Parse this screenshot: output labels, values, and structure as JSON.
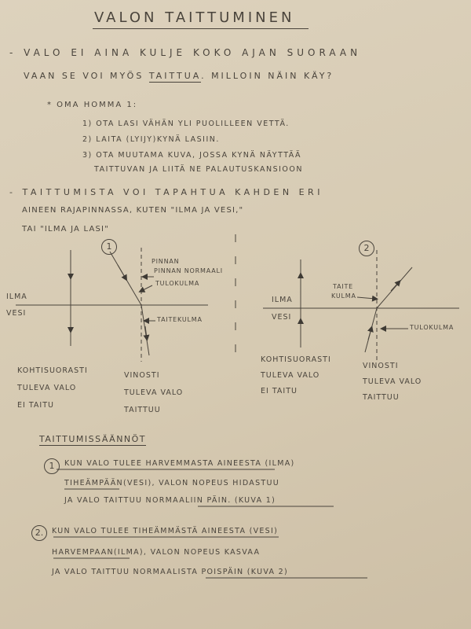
{
  "title": "VALON TAITTUMINEN",
  "intro": {
    "line1": "- VALO EI AINA KULJE KOKO AJAN SUORAAN",
    "line2a": "VAAN SE VOI MYÖS",
    "line2b": "TAITTUA",
    "line2c": ". MILLOIN NÄIN KÄY?"
  },
  "task": {
    "heading": "* OMA HOMMA 1:",
    "step1": "1) OTA LASI VÄHÄN YLI PUOLILLEEN VETTÄ.",
    "step2": "2) LAITA (LYIJY)KYNÄ LASIIN.",
    "step3a": "3) OTA MUUTAMA KUVA, JOSSA KYNÄ NÄYTTÄÄ",
    "step3b": "TAITTUVAN JA LIITÄ NE PALAUTUSKANSIOON"
  },
  "boundary": {
    "line1": "- TAITTUMISTA VOI TAPAHTUA KAHDEN ERI",
    "line2": "AINEEN RAJAPINNASSA, KUTEN \"ILMA JA VESI,\"",
    "line3": "TAI \"ILMA JA LASI\""
  },
  "fig1": {
    "number": "1",
    "normal": "PINNAN NORMAALI",
    "incidence": "TULOKULMA",
    "air": "ILMA",
    "water": "VESI",
    "refraction": "TAITEKULMA",
    "perp1": "KOHTISUORASTI",
    "perp2": "TULEVA VALO",
    "perp3": "EI TAITU",
    "obl1": "VINOSTI",
    "obl2": "TULEVA VALO",
    "obl3": "TAITTUU"
  },
  "fig2": {
    "number": "2",
    "refraction1": "TAITE",
    "refraction2": "KULMA",
    "air": "ILMA",
    "water": "VESI",
    "incidence": "TULOKULMA",
    "perp1": "KOHTISUORASTI",
    "perp2": "TULEVA VALO",
    "perp3": "EI TAITU",
    "obl1": "VINOSTI",
    "obl2": "TULEVA VALO",
    "obl3": "TAITTUU"
  },
  "rules": {
    "heading": "TAITTUMISSÄÄNNÖT",
    "r1num": "1",
    "r1a": "KUN VALO TULEE",
    "r1b": "HARVEMMASTA AINEESTA (ILMA)",
    "r1c": "TIHEÄMPÄÄN",
    "r1d": "(VESI), VALON NOPEUS HIDASTUU",
    "r1e": "JA VALO TAITTUU",
    "r1f": "NORMAALIIN PÄIN",
    "r1g": ". (KUVA 1)",
    "r2num": "2.",
    "r2a": "KUN VALO TULEE",
    "r2b": "TIHEÄMMÄSTÄ AINEESTA (VESI)",
    "r2c": "HARVEMPAAN",
    "r2d": "(ILMA), VALON NOPEUS KASVAA",
    "r2e": "JA VALO TAITTUU",
    "r2f": "NORMAALISTA POISPÄIN",
    "r2g": "(KUVA 2)"
  }
}
